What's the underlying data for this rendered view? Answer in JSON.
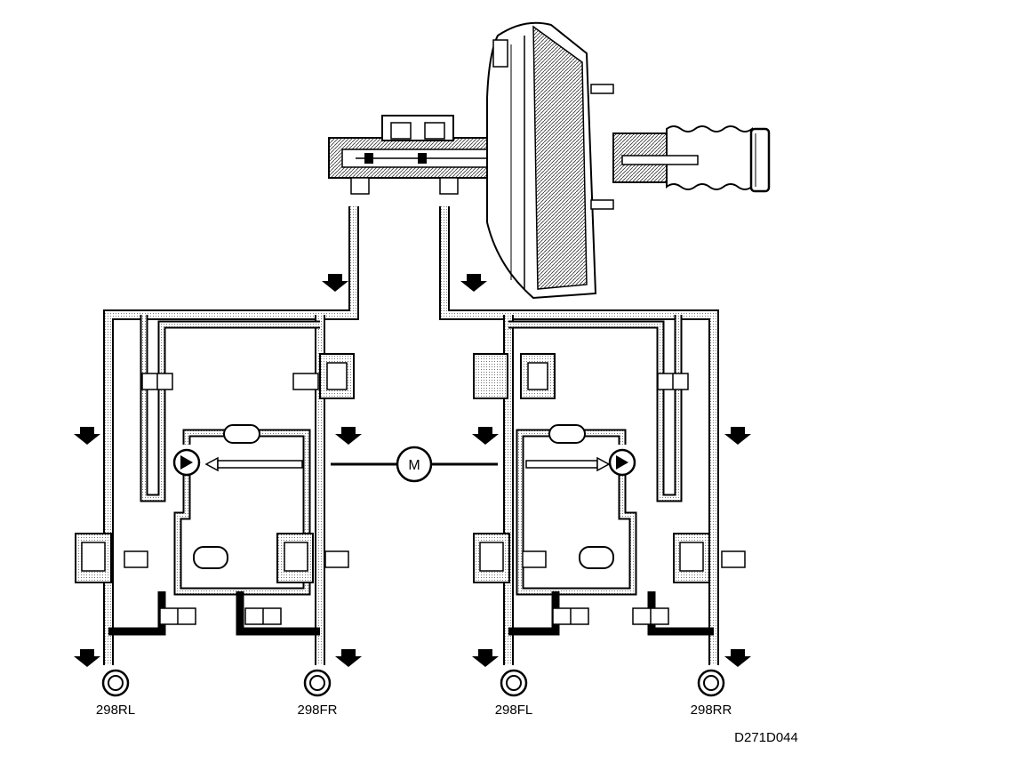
{
  "diagram": {
    "motor_label": "M",
    "wheels": {
      "rl": "298RL",
      "fr": "298FR",
      "fl": "298FL",
      "rr": "298RR"
    },
    "figure_code": "D271D044"
  }
}
